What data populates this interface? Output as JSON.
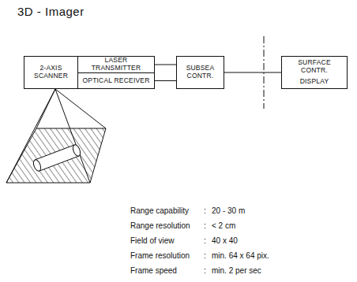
{
  "diagram": {
    "title": "3D - Imager",
    "nodes": [
      {
        "text": [
          "2-AXIS SCANNER"
        ]
      },
      {
        "text": [
          "LASER TRANSMITTER"
        ]
      },
      {
        "text": [
          "OPTICAL RECEIVER"
        ]
      },
      {
        "text": [
          "SUBSEA CONTR."
        ]
      },
      {
        "text": [
          "SURFACE CONTR.",
          "DISPLAY"
        ]
      }
    ],
    "edges": [
      {
        "from": 1,
        "to": 3,
        "arrow": "none"
      },
      {
        "from": 2,
        "to": 3,
        "arrow": "none"
      },
      {
        "from": 3,
        "to": 4,
        "arrow": "none"
      }
    ],
    "labels": [
      "Range capability",
      ":",
      "20 - 30 m",
      "Range resolution",
      ":",
      "< 2 cm",
      "Field of view",
      ":",
      "40 x 40",
      "Frame resolution",
      ":",
      "min. 64 x 64 pix.",
      "Frame speed",
      ":",
      "min. 2 per sec"
    ]
  }
}
